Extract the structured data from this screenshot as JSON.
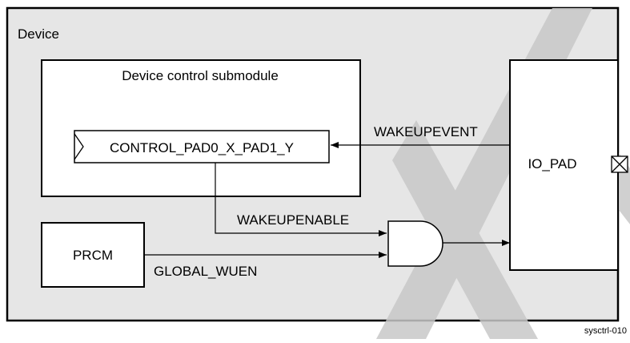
{
  "device": {
    "label": "Device"
  },
  "submodule": {
    "title": "Device control submodule"
  },
  "register": {
    "label": "CONTROL_PAD0_X_PAD1_Y"
  },
  "io_pad": {
    "label": "IO_PAD"
  },
  "prcm": {
    "label": "PRCM"
  },
  "signals": {
    "wakeupevent": "WAKEUPEVENT",
    "wakeupenable": "WAKEUPENABLE",
    "global_wuen": "GLOBAL_WUEN"
  },
  "figure_id": "sysctrl-010",
  "colors": {
    "device_fill": "#e6e6e6",
    "watermark": "#c8c8c8",
    "line": "#000000",
    "box_fill": "#ffffff"
  }
}
